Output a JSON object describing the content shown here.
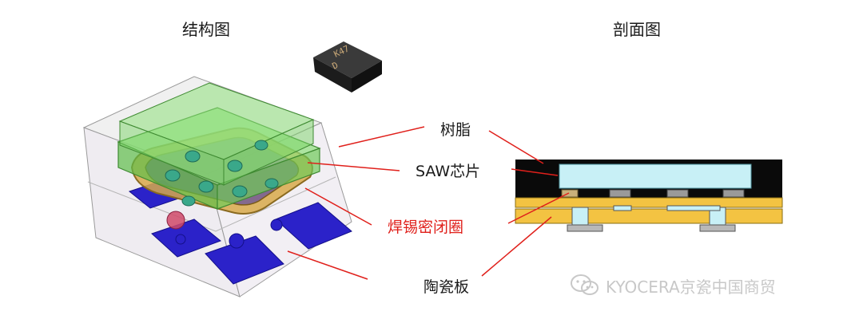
{
  "titles": {
    "structure": "结构图",
    "section": "剖面图"
  },
  "chip_marking": {
    "line1": "K47",
    "line2": "D"
  },
  "labels": {
    "resin": "树脂",
    "saw_chip": "SAW芯片",
    "solder_seal": "焊锡密闭圈",
    "ceramic": "陶瓷板"
  },
  "watermark": {
    "text": "KYOCERA京瓷中国商贸",
    "icon": "wechat-icon"
  },
  "colors": {
    "label_red": "#e0201b",
    "resin_green": "#7ed36a",
    "pad_blue": "#2b22c9",
    "solder_gold": "#d9b24a",
    "chip_cyan": "#c8f0f6",
    "section_black": "#0a0a0a"
  }
}
